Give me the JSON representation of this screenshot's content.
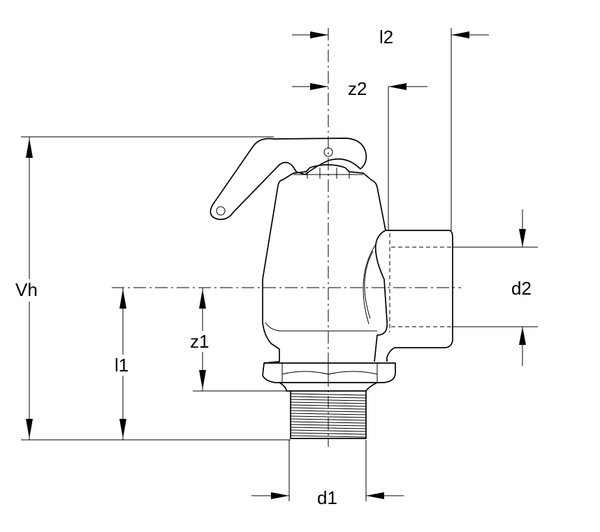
{
  "labels": {
    "l2": "l2",
    "z2": "z2",
    "vh": "Vh",
    "l1": "l1",
    "z1": "z1",
    "d2": "d2",
    "d1": "d1"
  }
}
